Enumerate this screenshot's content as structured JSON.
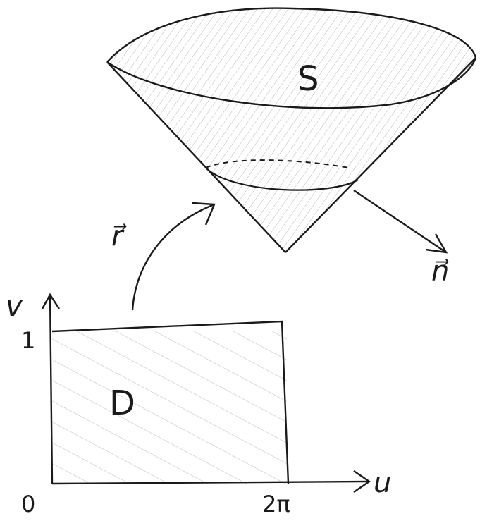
{
  "surface": {
    "label": "S"
  },
  "map": {
    "label": "r⃗"
  },
  "normal": {
    "label": "n⃗"
  },
  "domain": {
    "label": "D"
  },
  "axes": {
    "u_label": "u",
    "v_label": "v",
    "origin_label": "0",
    "v_tick_label": "1",
    "u_tick_label": "2π"
  }
}
